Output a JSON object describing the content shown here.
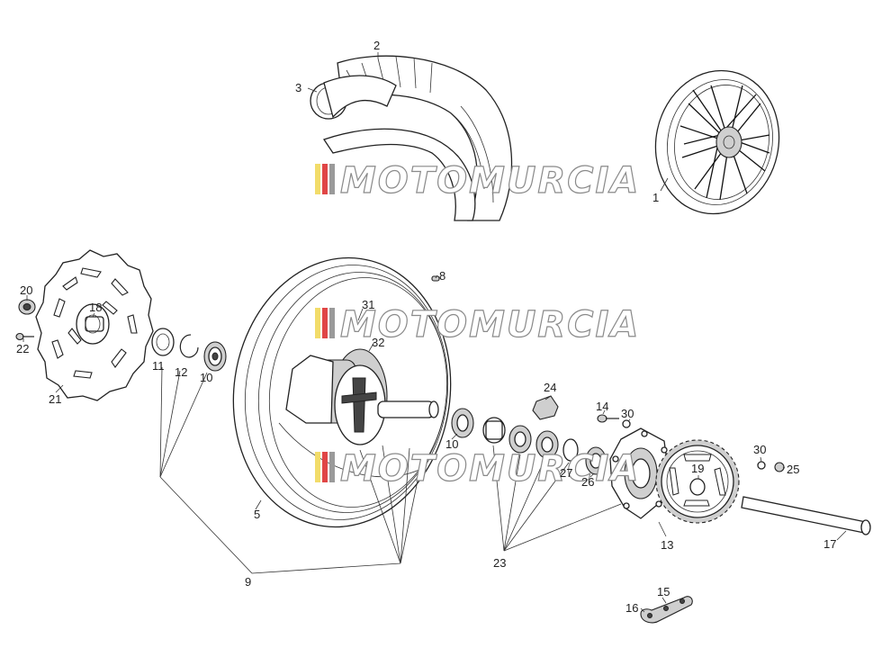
{
  "callouts": [
    {
      "id": "c1",
      "text": "1"
    },
    {
      "id": "c2",
      "text": "2"
    },
    {
      "id": "c3",
      "text": "3"
    },
    {
      "id": "c5",
      "text": "5"
    },
    {
      "id": "c8",
      "text": "8"
    },
    {
      "id": "c9",
      "text": "9"
    },
    {
      "id": "c10a",
      "text": "10"
    },
    {
      "id": "c10b",
      "text": "10"
    },
    {
      "id": "c11",
      "text": "11"
    },
    {
      "id": "c12",
      "text": "12"
    },
    {
      "id": "c13",
      "text": "13"
    },
    {
      "id": "c14",
      "text": "14"
    },
    {
      "id": "c15",
      "text": "15"
    },
    {
      "id": "c16",
      "text": "16"
    },
    {
      "id": "c17",
      "text": "17"
    },
    {
      "id": "c18",
      "text": "18"
    },
    {
      "id": "c19",
      "text": "19"
    },
    {
      "id": "c20",
      "text": "20"
    },
    {
      "id": "c21",
      "text": "21"
    },
    {
      "id": "c22",
      "text": "22"
    },
    {
      "id": "c23",
      "text": "23"
    },
    {
      "id": "c24",
      "text": "24"
    },
    {
      "id": "c25",
      "text": "25"
    },
    {
      "id": "c26",
      "text": "26"
    },
    {
      "id": "c27",
      "text": "27"
    },
    {
      "id": "c30a",
      "text": "30"
    },
    {
      "id": "c30b",
      "text": "30"
    },
    {
      "id": "c31",
      "text": "31"
    },
    {
      "id": "c32",
      "text": "32"
    }
  ],
  "watermark": {
    "text": "MOTOMURCIA",
    "stripe_colors": [
      "#f2dc6a",
      "#e04646",
      "#9a9a9a"
    ]
  }
}
